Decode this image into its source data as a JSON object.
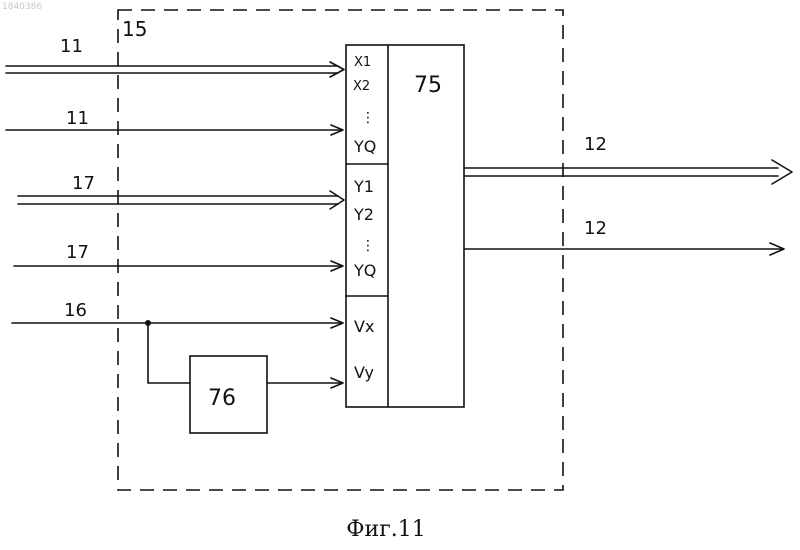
{
  "header": {
    "doc_number": "1840386"
  },
  "block_15": {
    "label": "15"
  },
  "block_75": {
    "label": "75"
  },
  "block_76": {
    "label": "76"
  },
  "ports": {
    "x1": "X1",
    "x2": "X2",
    "xq": "YQ",
    "y1": "Y1",
    "y2": "Y2",
    "yq": "YQ",
    "vx": "Vx",
    "vy": "Vy",
    "dots": "⋮"
  },
  "inputs": {
    "bus_11_top": "11",
    "line_11": "11",
    "bus_17_top": "17",
    "line_17": "17",
    "line_16": "16"
  },
  "outputs": {
    "bus_12": "12",
    "line_12": "12"
  },
  "caption": "Фиг.11"
}
